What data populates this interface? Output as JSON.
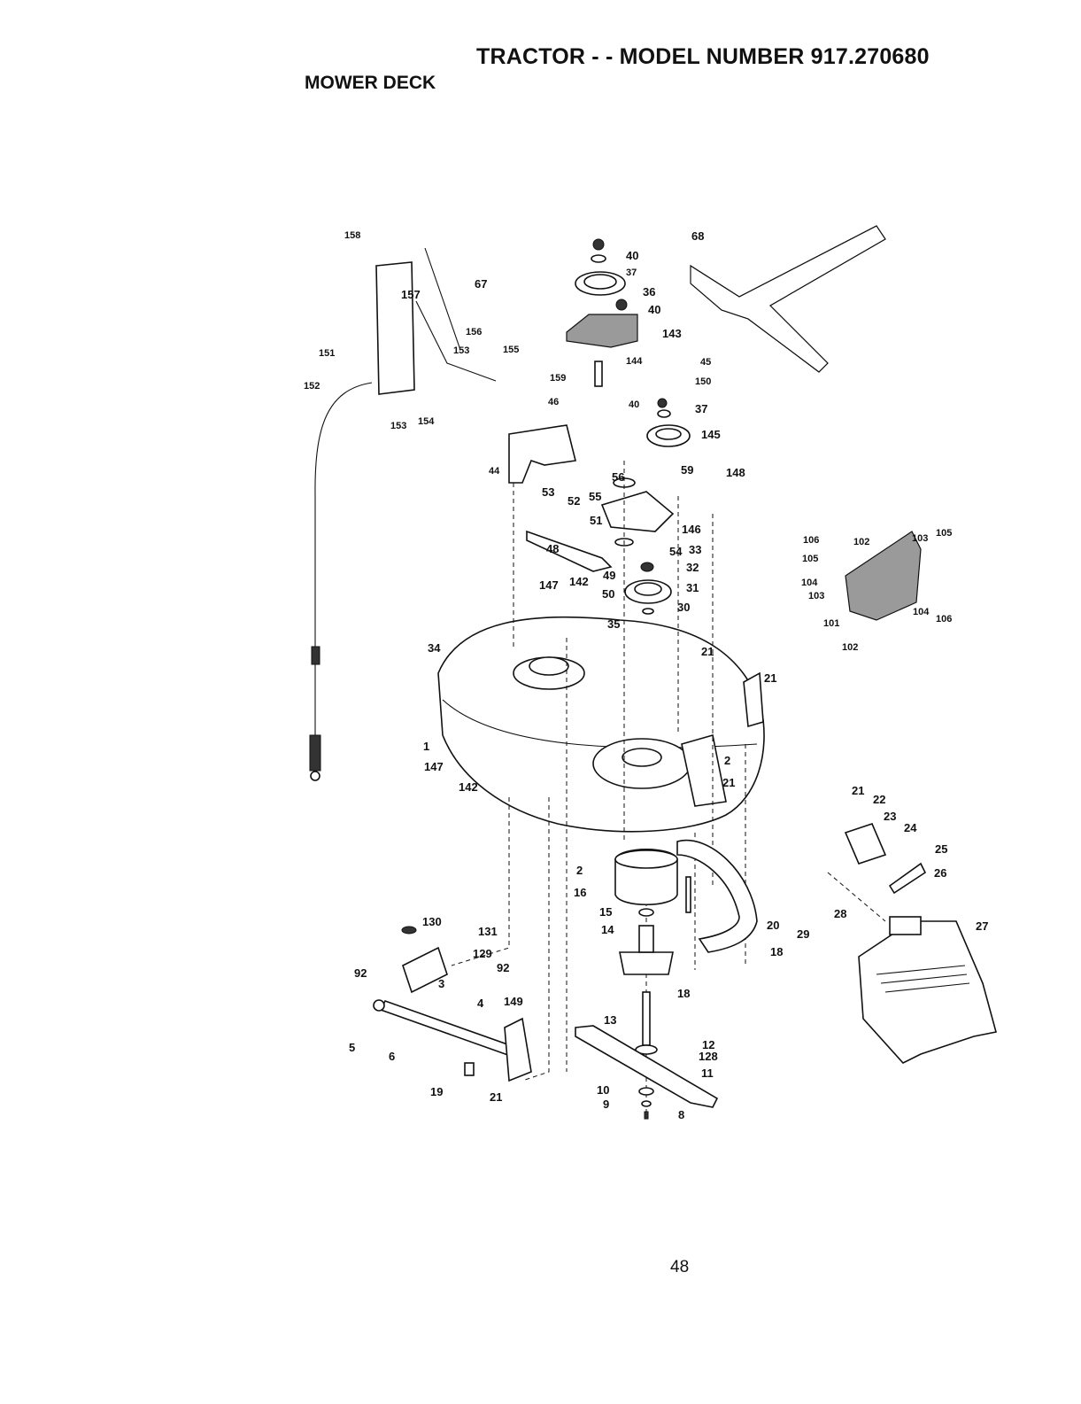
{
  "header": {
    "title": "TRACTOR - - MODEL NUMBER 917.270680",
    "section": "MOWER DECK"
  },
  "page_number": "48",
  "callouts": [
    "40",
    "37",
    "36",
    "40",
    "143",
    "144",
    "159",
    "45",
    "150",
    "40",
    "37",
    "145",
    "68",
    "67",
    "157",
    "158",
    "156",
    "155",
    "153",
    "151",
    "152",
    "153",
    "154",
    "46",
    "44",
    "56",
    "59",
    "148",
    "53",
    "52",
    "55",
    "51",
    "146",
    "54",
    "48",
    "33",
    "49",
    "32",
    "147",
    "142",
    "50",
    "31",
    "30",
    "35",
    "34",
    "21",
    "21",
    "1",
    "147",
    "142",
    "2",
    "21",
    "2",
    "16",
    "15",
    "14",
    "20",
    "18",
    "18",
    "13",
    "12",
    "128",
    "11",
    "10",
    "9",
    "8",
    "130",
    "131",
    "129",
    "92",
    "92",
    "3",
    "5",
    "6",
    "4",
    "149",
    "19",
    "21",
    "106",
    "102",
    "103",
    "105",
    "105",
    "104",
    "103",
    "104",
    "106",
    "101",
    "102",
    "21",
    "22",
    "23",
    "24",
    "25",
    "26",
    "28",
    "27",
    "29"
  ]
}
